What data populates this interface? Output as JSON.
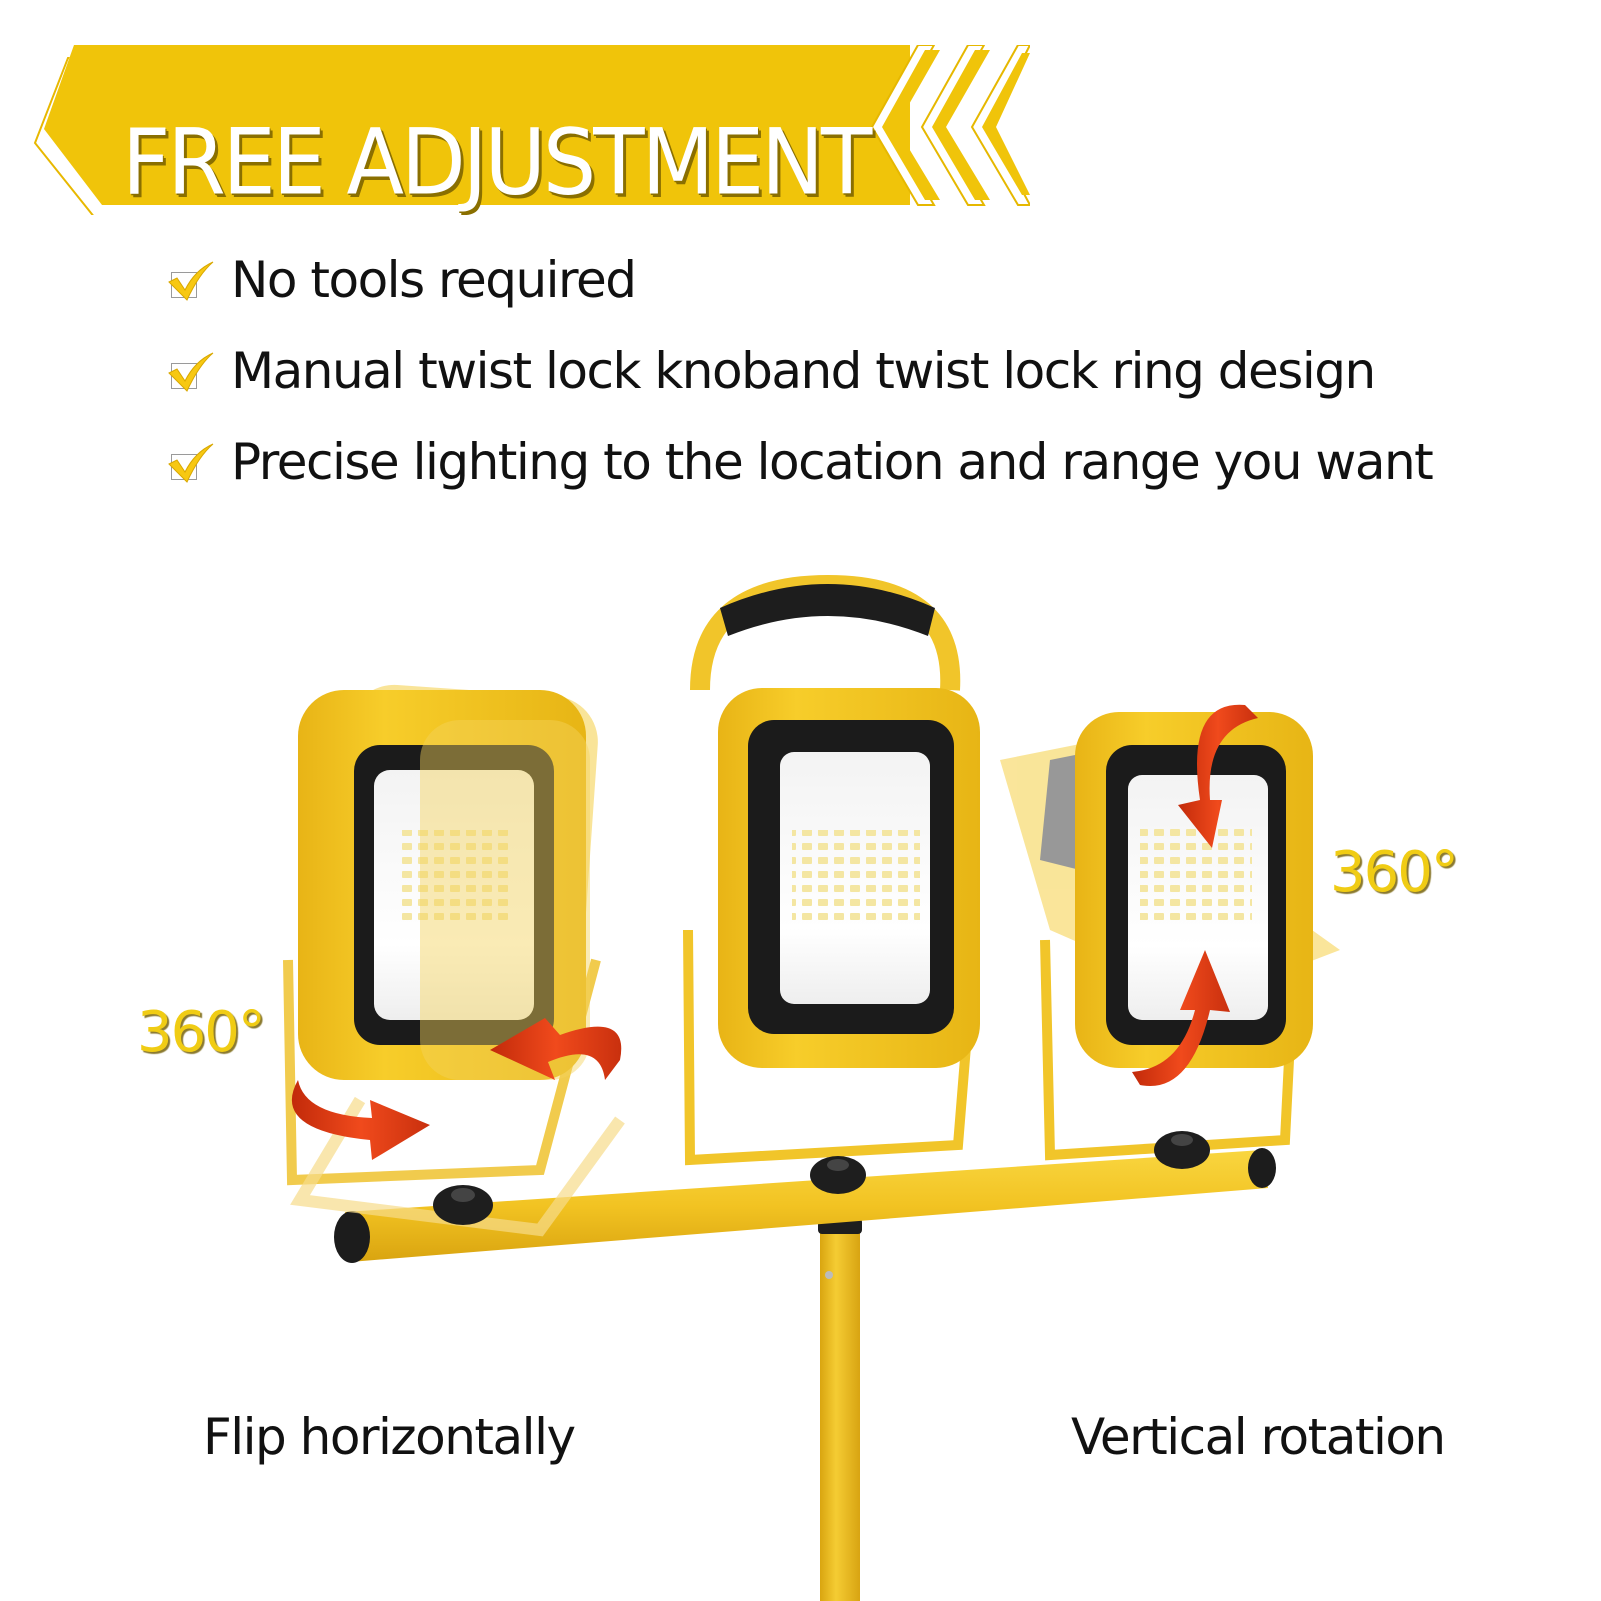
{
  "banner": {
    "title": "FREE ADJUSTMENT",
    "color": "#f0c40a",
    "chevron_count": 3
  },
  "features": [
    {
      "icon": "checkbox-check-icon",
      "text": "No tools required"
    },
    {
      "icon": "checkbox-check-icon",
      "text": "Manual twist lock knoband twist lock ring design"
    },
    {
      "icon": "checkbox-check-icon",
      "text": "Precise lighting to the location and range you want"
    }
  ],
  "product": {
    "name": "Triple-head LED work light on tripod stand",
    "colors": {
      "body": "#f5c518",
      "lens": "#1a1a1a",
      "panel": "#f4f4f4",
      "arrow": "#e03a12"
    },
    "heads": [
      {
        "position": "left",
        "motion": "flip-horizontal"
      },
      {
        "position": "center",
        "handle": true
      },
      {
        "position": "right",
        "motion": "vertical-rotation"
      }
    ],
    "knobs": 3
  },
  "labels": {
    "left_angle": "360°",
    "right_angle": "360°",
    "left_caption": "Flip horizontally",
    "right_caption": "Vertical rotation"
  }
}
